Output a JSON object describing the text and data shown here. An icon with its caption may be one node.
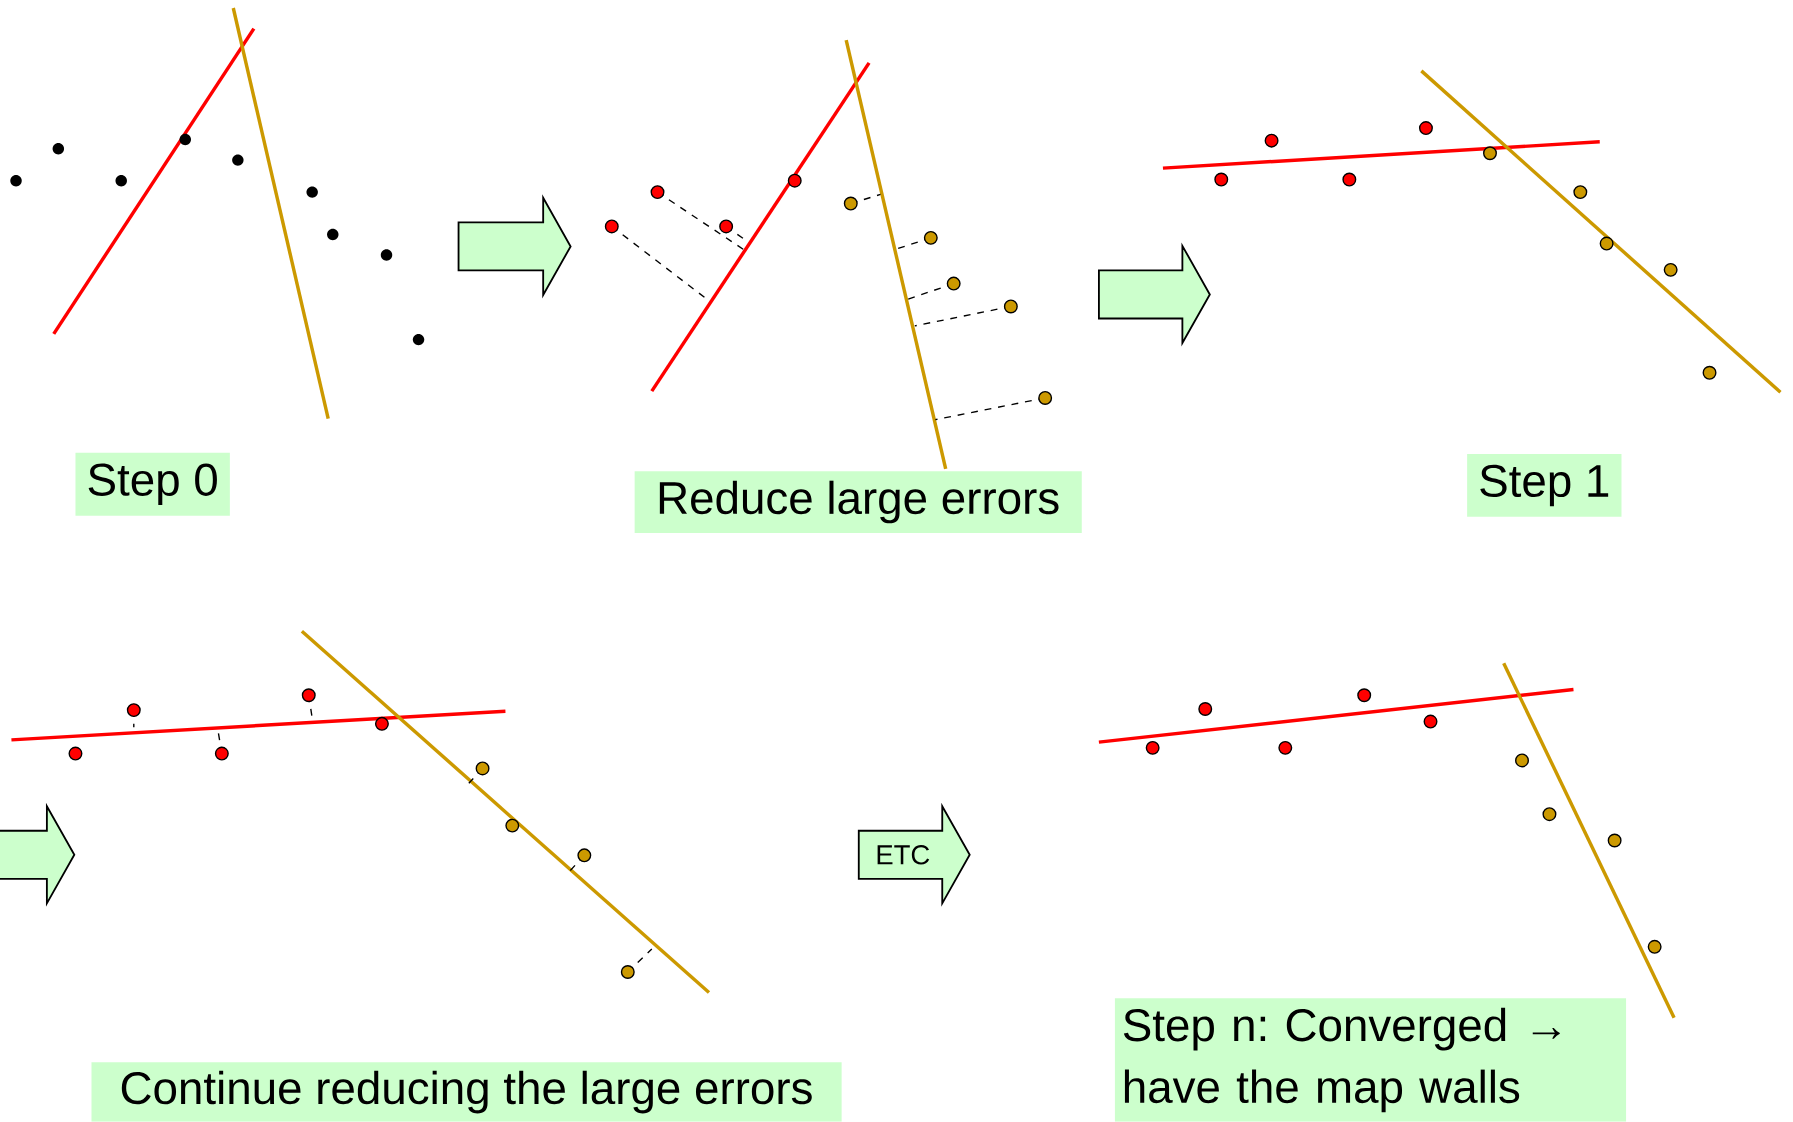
{
  "diagram": {
    "nodes": [
      {
        "text": [],
        "shape": "arrow"
      },
      {
        "text": [],
        "shape": "arrow"
      },
      {
        "text": [
          "Step 0"
        ]
      },
      {
        "text": [
          "Reduce large errors"
        ]
      },
      {
        "text": [
          "Step 1"
        ]
      },
      {
        "text": [],
        "shape": "arrow"
      },
      {
        "text": [
          "ETC"
        ]
      },
      {
        "text": [
          "Step n: Converged → have the map walls"
        ]
      },
      {
        "text": [
          "Continue reducing the large errors"
        ]
      }
    ]
  }
}
